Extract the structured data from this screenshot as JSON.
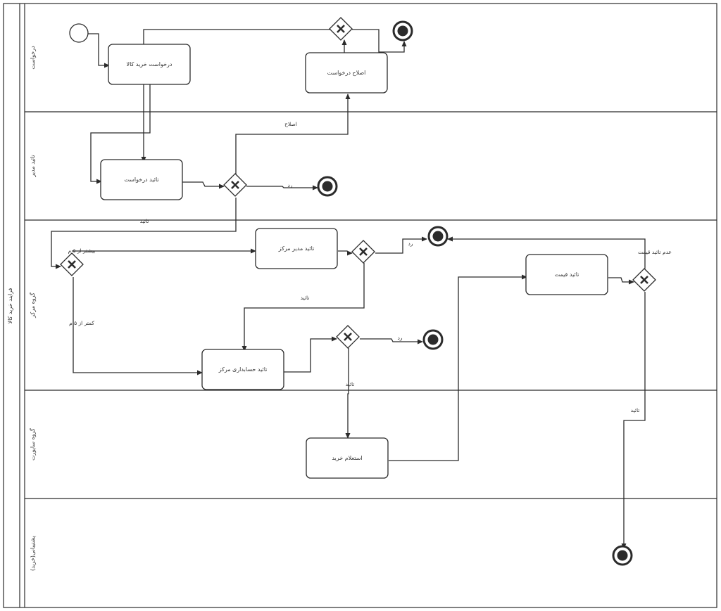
{
  "pool": {
    "title": "فرایند خرید کالا"
  },
  "lanes": [
    {
      "id": "requester",
      "label": "درخواست"
    },
    {
      "id": "manager",
      "label": "تائید مدیر"
    },
    {
      "id": "center",
      "label": "گروه مرکز"
    },
    {
      "id": "support",
      "label": "گروه ساپورت"
    },
    {
      "id": "logistics",
      "label": "پشتیبانی(خرید)"
    }
  ],
  "tasks": {
    "request_goods": "درخواست خرید کالا",
    "fix_request": "اصلاح درخواست",
    "approve_request": "تائید درخواست",
    "approve_center_manager": "تائید مدیر مرکز",
    "approve_center_accounting": "تائید حسابداری مرکز",
    "price_inquiry": "استعلام خرید",
    "approve_price": "تائید قیمت"
  },
  "edge_labels": {
    "fix": "اصلاح",
    "reject_manager": "رد",
    "approve_manager": "تائید",
    "more_than": "بیشتر از ۵ م",
    "less_than": "کمتر از ۵ م",
    "reject_center": "رد",
    "approve_center": "تائید",
    "reject_accounting": "رد",
    "approve_accounting": "تائید",
    "price_not_approved": "عدم تائید قیمت",
    "price_approved": "تائید"
  },
  "colors": {
    "stroke": "#2b2b2b",
    "background": "#ffffff",
    "end_fill": "#2b2b2b"
  }
}
